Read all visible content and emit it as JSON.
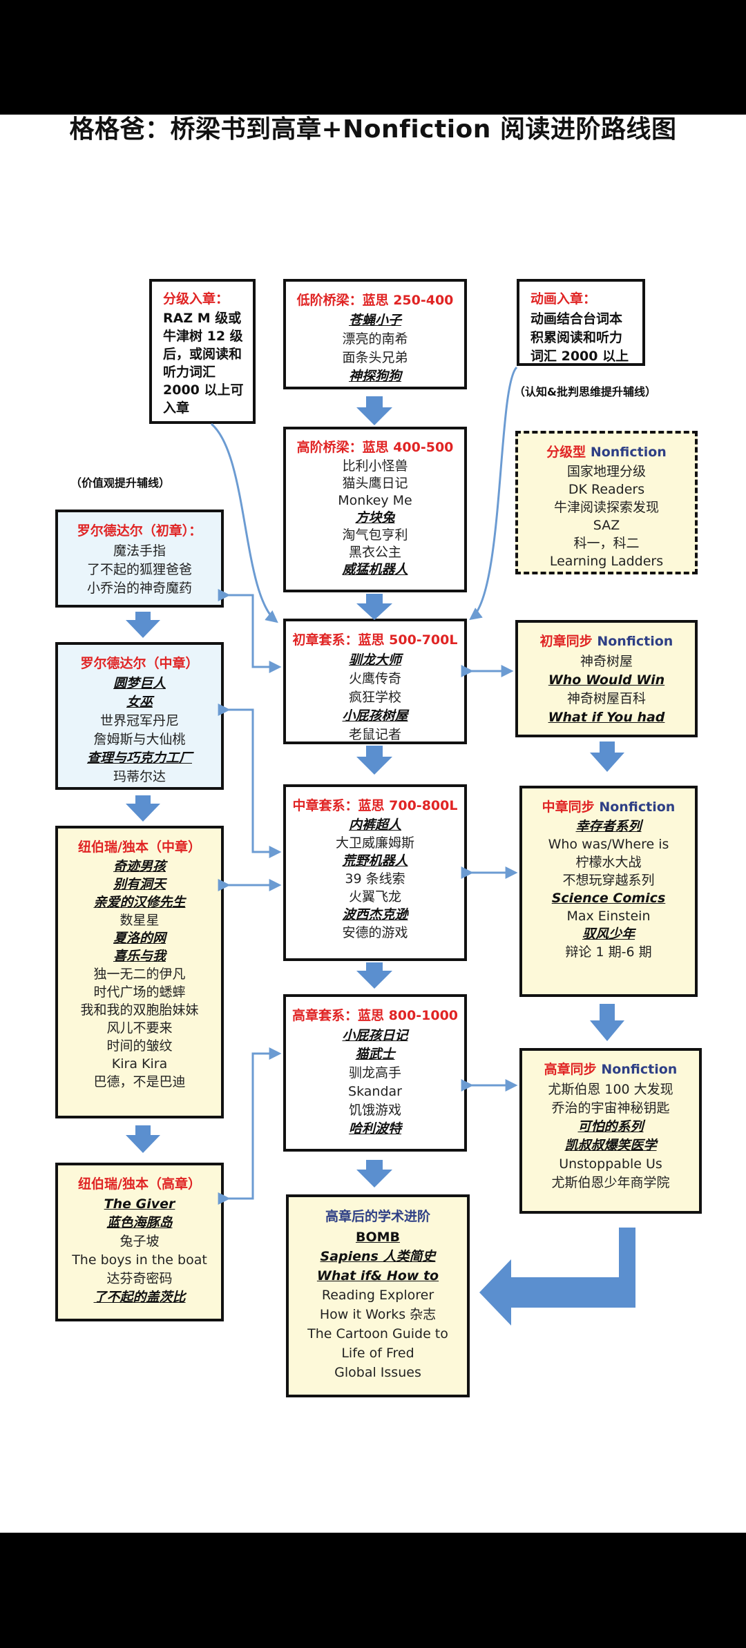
{
  "title": "格格爸：桥梁书到高章+Nonfiction 阅读进阶路线图",
  "side_labels": {
    "values": "（价值观提升辅线）",
    "critical": "（认知&批判思维提升辅线）"
  },
  "boxes": {
    "graded_entry": {
      "header": "分级入章：",
      "lines": [
        "RAZ M 级或",
        "牛津树 12 级",
        "后，或阅读和",
        "听力词汇",
        "2000 以上可",
        "入章"
      ]
    },
    "low_bridge": {
      "header": "低阶桥梁：蓝思 250-400",
      "lines": [
        {
          "text": "苍蝇小子",
          "em": true
        },
        {
          "text": "漂亮的南希",
          "em": false
        },
        {
          "text": "面条头兄弟",
          "em": false
        },
        {
          "text": "神探狗狗",
          "em": true
        }
      ]
    },
    "anim_entry": {
      "header": "动画入章：",
      "lines": [
        "动画结合台词本",
        "积累阅读和听力",
        "词汇 2000 以上"
      ]
    },
    "high_bridge": {
      "header": "高阶桥梁：蓝思 400-500",
      "lines": [
        {
          "text": "比利小怪兽",
          "em": false
        },
        {
          "text": "猫头鹰日记",
          "em": false
        },
        {
          "text": "Monkey Me",
          "em": false
        },
        {
          "text": "方块兔",
          "em": true
        },
        {
          "text": "淘气包亨利",
          "em": false
        },
        {
          "text": "黑衣公主",
          "em": false
        },
        {
          "text": "威猛机器人",
          "em": true
        }
      ]
    },
    "graded_nf": {
      "header_a": "分级型",
      "header_b": "Nonfiction",
      "lines": [
        "国家地理分级",
        "DK Readers",
        "牛津阅读探索发现",
        "SAZ",
        "科一，科二",
        "Learning Ladders"
      ]
    },
    "roald_early": {
      "header": "罗尔德达尔（初章）：",
      "lines": [
        "魔法手指",
        "了不起的狐狸爸爸",
        "小乔治的神奇魔药"
      ]
    },
    "early_set": {
      "header": "初章套系：蓝思 500-700L",
      "lines": [
        {
          "text": "驯龙大师",
          "em": true
        },
        {
          "text": "火鹰传奇",
          "em": false
        },
        {
          "text": "疯狂学校",
          "em": false
        },
        {
          "text": "小屁孩树屋",
          "em": true
        },
        {
          "text": "老鼠记者",
          "em": false
        }
      ]
    },
    "early_nf": {
      "header_a": "初章同步",
      "header_b": "Nonfiction",
      "lines": [
        {
          "text": "神奇树屋",
          "em": false
        },
        {
          "text": "Who Would Win",
          "em": true
        },
        {
          "text": "神奇树屋百科",
          "em": false
        },
        {
          "text": "What if You had",
          "em": true
        }
      ]
    },
    "roald_mid": {
      "header": "罗尔德达尔（中章）",
      "lines": [
        {
          "text": "圆梦巨人",
          "em": true
        },
        {
          "text": "女巫",
          "em": true
        },
        {
          "text": "世界冠军丹尼",
          "em": false
        },
        {
          "text": "詹姆斯与大仙桃",
          "em": false
        },
        {
          "text": "查理与巧克力工厂",
          "em": true
        },
        {
          "text": "玛蒂尔达",
          "em": false
        }
      ]
    },
    "mid_set": {
      "header": "中章套系：蓝思 700-800L",
      "lines": [
        {
          "text": "内裤超人",
          "em": true
        },
        {
          "text": "大卫威廉姆斯",
          "em": false
        },
        {
          "text": "荒野机器人",
          "em": true
        },
        {
          "text": "39 条线索",
          "em": false
        },
        {
          "text": "火翼飞龙",
          "em": false
        },
        {
          "text": "波西杰克逊",
          "em": true
        },
        {
          "text": "安德的游戏",
          "em": false
        }
      ]
    },
    "mid_nf": {
      "header_a": "中章同步",
      "header_b": "Nonfiction",
      "lines": [
        {
          "text": "幸存者系列",
          "em": true
        },
        {
          "text": "Who was/Where is",
          "em": false
        },
        {
          "text": "柠檬水大战",
          "em": false
        },
        {
          "text": "不想玩穿越系列",
          "em": false
        },
        {
          "text": "Science Comics",
          "em": true
        },
        {
          "text": "Max Einstein",
          "em": false
        },
        {
          "text": "驭风少年",
          "em": true
        },
        {
          "text": "辩论 1 期-6 期",
          "em": false
        }
      ]
    },
    "newbery_mid": {
      "header": "纽伯瑞/独本（中章）",
      "lines": [
        {
          "text": "奇迹男孩",
          "em": true
        },
        {
          "text": "别有洞天",
          "em": true
        },
        {
          "text": "亲爱的汉修先生",
          "em": true
        },
        {
          "text": "数星星",
          "em": false
        },
        {
          "text": "夏洛的网",
          "em": true
        },
        {
          "text": "喜乐与我",
          "em": true
        },
        {
          "text": "独一无二的伊凡",
          "em": false
        },
        {
          "text": "时代广场的蟋蟀",
          "em": false
        },
        {
          "text": "我和我的双胞胎妹妹",
          "em": false
        },
        {
          "text": "风儿不要来",
          "em": false
        },
        {
          "text": "时间的皱纹",
          "em": false
        },
        {
          "text": "Kira Kira",
          "em": false
        },
        {
          "text": "巴德，不是巴迪",
          "em": false
        }
      ]
    },
    "high_set": {
      "header": "高章套系：蓝思 800-1000",
      "lines": [
        {
          "text": "小屁孩日记",
          "em": true
        },
        {
          "text": "猫武士",
          "em": true
        },
        {
          "text": "驯龙高手",
          "em": false
        },
        {
          "text": "Skandar",
          "em": false
        },
        {
          "text": "饥饿游戏",
          "em": false
        },
        {
          "text": "哈利波特",
          "em": true
        }
      ]
    },
    "high_nf": {
      "header_a": "高章同步",
      "header_b": "Nonfiction",
      "lines": [
        {
          "text": "尤斯伯恩 100 大发现",
          "em": false
        },
        {
          "text": "乔治的宇宙神秘钥匙",
          "em": false
        },
        {
          "text": "可怕的系列",
          "em": true
        },
        {
          "text": "凯叔叔爆笑医学",
          "em": true
        },
        {
          "text": "Unstoppable Us",
          "em": false
        },
        {
          "text": "尤斯伯恩少年商学院",
          "em": false
        }
      ]
    },
    "newbery_high": {
      "header": "纽伯瑞/独本（高章）",
      "lines": [
        {
          "text": "The Giver",
          "em": true
        },
        {
          "text": "蓝色海豚岛",
          "em": true
        },
        {
          "text": "兔子坡",
          "em": false
        },
        {
          "text": "The boys in the boat",
          "em": false
        },
        {
          "text": "达芬奇密码",
          "em": false
        },
        {
          "text": "了不起的盖茨比",
          "em": true
        }
      ]
    },
    "academic": {
      "header": "高章后的学术进阶",
      "lines": [
        {
          "text": "BOMB",
          "em": "bold"
        },
        {
          "text": "Sapiens 人类简史",
          "em": true
        },
        {
          "text": "What if& How to",
          "em": true
        },
        {
          "text": "Reading Explorer",
          "em": false
        },
        {
          "text": "How it Works 杂志",
          "em": false
        },
        {
          "text": "The Cartoon Guide to",
          "em": false
        },
        {
          "text": "Life of Fred",
          "em": false
        },
        {
          "text": "Global Issues",
          "em": false
        }
      ]
    }
  },
  "colors": {
    "header_red": "#e02424",
    "header_navy": "#2e3f85",
    "arrow_blue": "#5b8fcf",
    "connector_blue": "#6b9bd2",
    "box_blue_bg": "#eaf5fb",
    "box_yellow_bg": "#fdf9d9"
  }
}
